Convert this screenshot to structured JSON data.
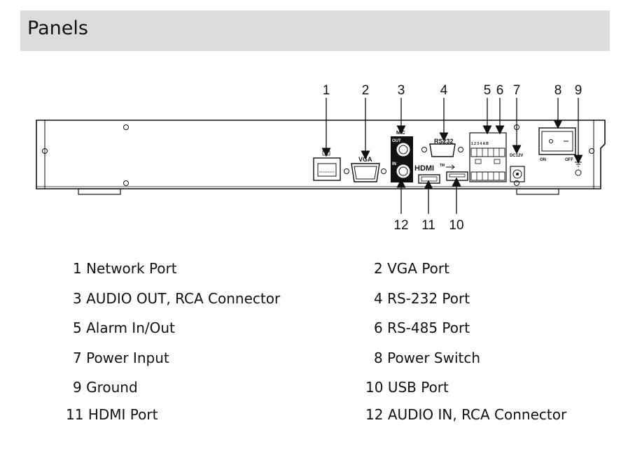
{
  "header": {
    "title": "Panels"
  },
  "diagram": {
    "callouts_top": [
      "1",
      "2",
      "3",
      "4",
      "5",
      "6",
      "7",
      "8",
      "9"
    ],
    "callouts_bottom": [
      "12",
      "11",
      "10"
    ],
    "labels": {
      "vga": "VGA",
      "mic": "MIC",
      "out": "OUT",
      "in": "IN",
      "rs232": "RS232",
      "hdmi": "HDMI",
      "tm": "TM",
      "dc": "DC12V",
      "on": "ON",
      "off": "OFF",
      "alarm_top": "1  2  3  4  A  B"
    }
  },
  "legend": [
    {
      "num": "1",
      "text": "Network Port"
    },
    {
      "num": "2",
      "text": "VGA Port"
    },
    {
      "num": "3",
      "text": "AUDIO OUT, RCA Connector"
    },
    {
      "num": "4",
      "text": "RS-232 Port"
    },
    {
      "num": "5",
      "text": "Alarm In/Out"
    },
    {
      "num": "6",
      "text": "RS-485 Port"
    },
    {
      "num": "7",
      "text": "Power Input"
    },
    {
      "num": "8",
      "text": "Power Switch"
    },
    {
      "num": "9",
      "text": "Ground"
    },
    {
      "num": "10",
      "text": "USB Port"
    },
    {
      "num": "11",
      "text": "HDMI Port"
    },
    {
      "num": "12",
      "text": "AUDIO IN, RCA Connector"
    }
  ]
}
